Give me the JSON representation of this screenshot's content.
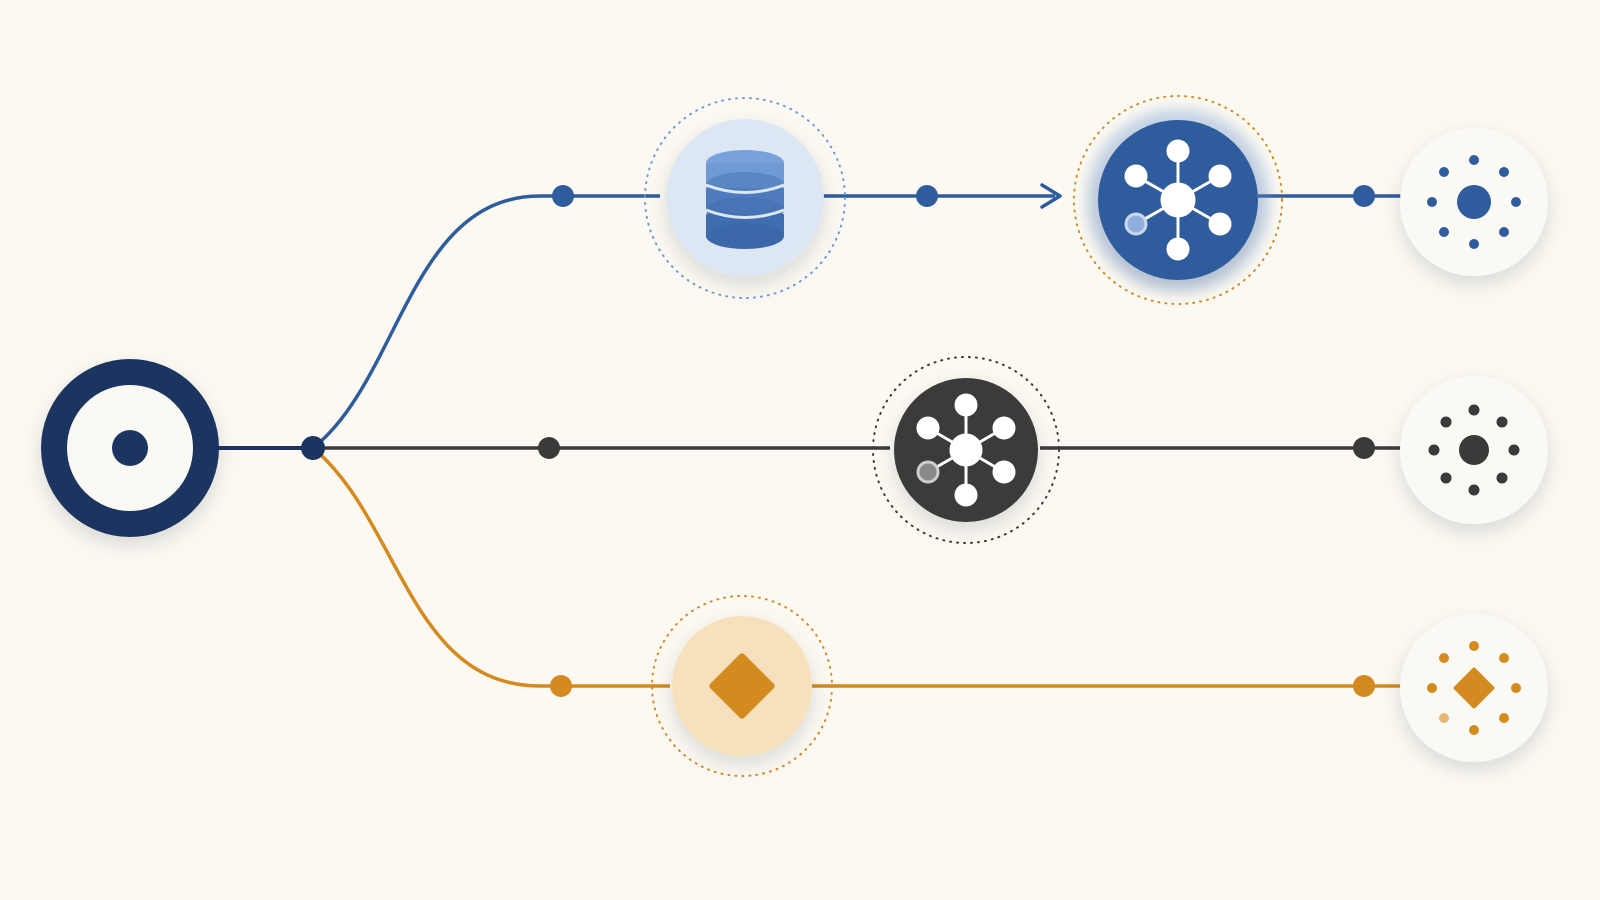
{
  "diagram": {
    "background": "#fbf9f2",
    "colors": {
      "navy": "#1c3461",
      "blue": "#2e5c9c",
      "blue_light": "#6f9ad6",
      "blue_pale": "#dde7f3",
      "charcoal": "#3a3a3a",
      "gold": "#d48a1e",
      "gold_pale": "#f7e1bd",
      "white_node": "#fbf9f4"
    },
    "source": {
      "icon": "target-icon"
    },
    "branches": [
      {
        "id": "top",
        "color": "blue",
        "nodes": [
          {
            "icon": "database-icon",
            "style": "pale"
          },
          {
            "icon": "network-hub-icon",
            "style": "solid"
          },
          {
            "icon": "radial-dots-icon",
            "style": "endpoint"
          }
        ],
        "has_arrow": true
      },
      {
        "id": "middle",
        "color": "charcoal",
        "nodes": [
          {
            "icon": "network-hub-icon",
            "style": "solid"
          },
          {
            "icon": "radial-dots-icon",
            "style": "endpoint"
          }
        ],
        "has_arrow": false
      },
      {
        "id": "bottom",
        "color": "gold",
        "nodes": [
          {
            "icon": "diamond-icon",
            "style": "pale"
          },
          {
            "icon": "radial-diamond-icon",
            "style": "endpoint"
          }
        ],
        "has_arrow": false
      }
    ]
  }
}
